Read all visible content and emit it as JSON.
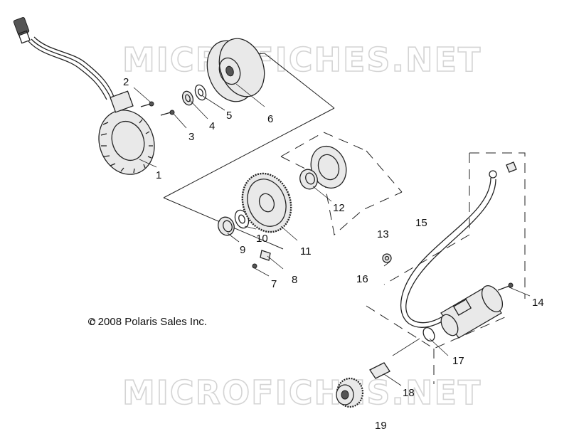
{
  "watermark": {
    "top": "MICROFICHES.NET",
    "bottom": "MICROFICHES.NET"
  },
  "copyright": "c 2008 Polaris Sales Inc.",
  "callouts": {
    "c1": "1",
    "c2": "2",
    "c3": "3",
    "c4": "4",
    "c5": "5",
    "c6": "6",
    "c7": "7",
    "c8": "8",
    "c9": "9",
    "c10": "10",
    "c11": "11",
    "c12": "12",
    "c13": "13",
    "c14": "14",
    "c15": "15",
    "c16": "16",
    "c17": "17",
    "c18": "18",
    "c19": "19"
  }
}
